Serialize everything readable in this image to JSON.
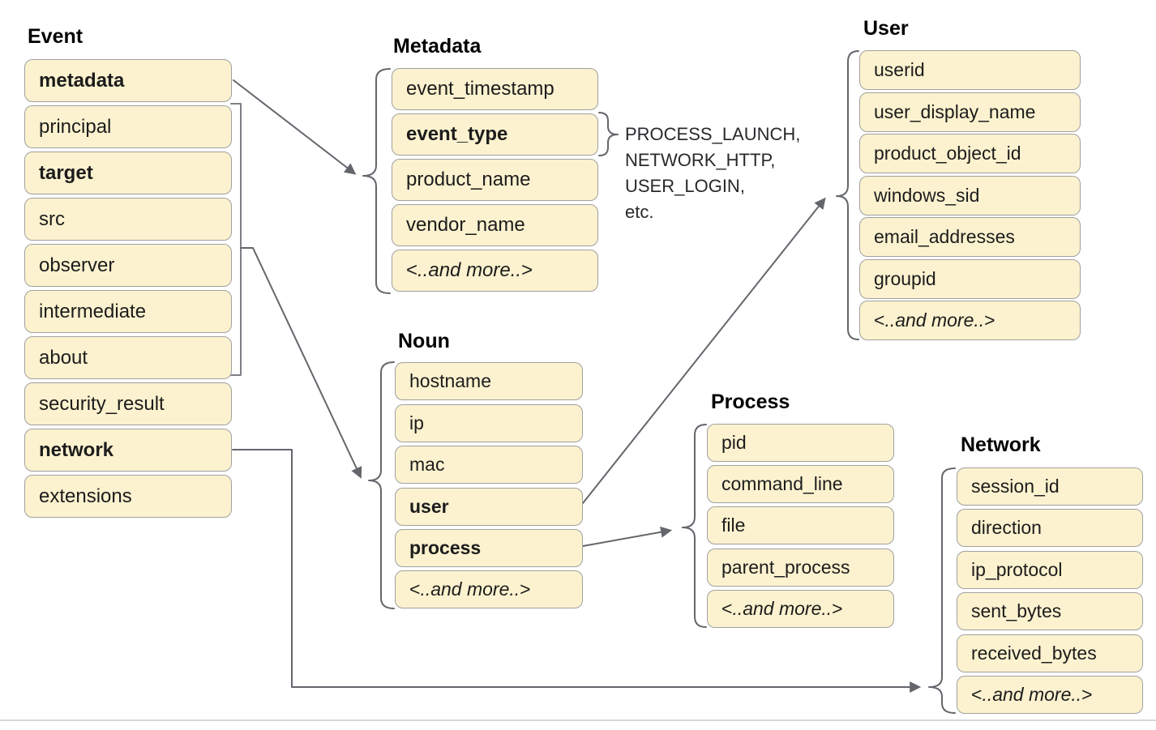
{
  "colors": {
    "box_fill": "#FCF2CF",
    "box_border": "#A0A0A0",
    "connector": "#63666B",
    "bracket": "#7D8085",
    "text": "#1C1C1C",
    "divider": "#D9D9D9"
  },
  "groups": {
    "event": {
      "title": "Event",
      "items": [
        "metadata",
        "principal",
        "target",
        "src",
        "observer",
        "intermediate",
        "about",
        "security_result",
        "network",
        "extensions"
      ],
      "bold_items": [
        "metadata",
        "target",
        "network"
      ]
    },
    "metadata": {
      "title": "Metadata",
      "items": [
        "event_timestamp",
        "event_type",
        "product_name",
        "vendor_name"
      ],
      "bold_items": [
        "event_type"
      ],
      "has_more_box": true
    },
    "user": {
      "title": "User",
      "items": [
        "userid",
        "user_display_name",
        "product_object_id",
        "windows_sid",
        "email_addresses",
        "groupid"
      ],
      "bold_items": [],
      "has_more_box": true
    },
    "noun": {
      "title": "Noun",
      "items": [
        "hostname",
        "ip",
        "mac",
        "user",
        "process"
      ],
      "bold_items": [
        "user",
        "process"
      ],
      "has_more_box": true
    },
    "process": {
      "title": "Process",
      "items": [
        "pid",
        "command_line",
        "file",
        "parent_process"
      ],
      "bold_items": [],
      "has_more_box": true
    },
    "network": {
      "title": "Network",
      "items": [
        "session_id",
        "direction",
        "ip_protocol",
        "sent_bytes",
        "received_bytes"
      ],
      "bold_items": [],
      "has_more_box": true
    }
  },
  "more_box": {
    "prefix": "< ",
    "italic_text": "..and more..",
    "suffix": " >"
  },
  "event_type_examples": {
    "lines": [
      "PROCESS_LAUNCH,",
      "NETWORK_HTTP,",
      "USER_LOGIN,",
      "etc."
    ]
  }
}
